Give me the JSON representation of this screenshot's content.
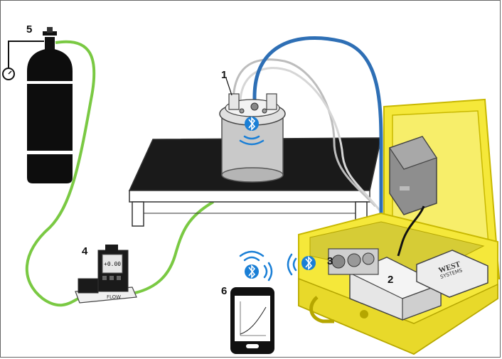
{
  "labels": {
    "n1": "1",
    "n2": "2",
    "n3": "3",
    "n4": "4",
    "n5": "5",
    "n6": "6"
  },
  "flow_meter": {
    "display_value": "+0.00",
    "base_text": "FLOW"
  },
  "analyzer": {
    "brand": "WEST",
    "brand_sub": "SYSTEMS"
  },
  "colors": {
    "case_yellow": "#f5e83a",
    "case_edge": "#c8b800",
    "green_tube": "#7ac943",
    "blue_tube": "#2e6fb5",
    "bluetooth_blue": "#1a7fd6",
    "table_top": "#1a1a1a"
  },
  "icons": [
    "gas-cylinder-icon",
    "pressure-gauge-icon",
    "bluetooth-icon",
    "wireless-signal-icon",
    "smartphone-icon"
  ]
}
